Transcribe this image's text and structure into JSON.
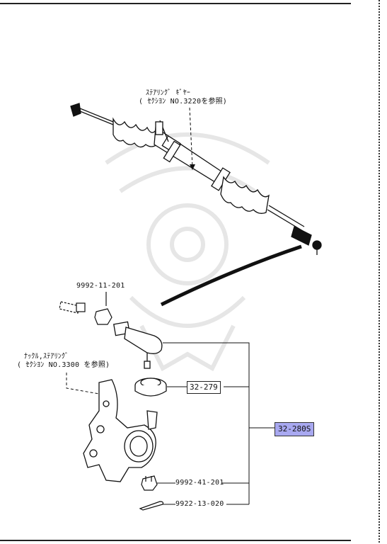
{
  "colors": {
    "ink": "#111111",
    "highlight": "#a8a8f0",
    "watermark": "#e8e8e8"
  },
  "labels": {
    "gear_line1": "ｽﾃｱﾘﾝｸﾞ ｷﾞﾔｰ",
    "gear_line2": "( ｾｸｼﾖﾝ NO.3220を参照)",
    "knuckle_line1": "ﾅｯｸﾙ,ｽﾃｱﾘﾝｸﾞ",
    "knuckle_line2": "( ｾｸｼﾖﾝ NO.3300 を参照)",
    "nut_part": "9992-11-201"
  },
  "parts": {
    "boot": "32-279",
    "tie_rod_end": "32-280S",
    "castle_nut": "9992-41-201",
    "cotter_pin": "9922-13-020"
  },
  "icons": {
    "watermark": "samurai-helmet-watermark"
  }
}
